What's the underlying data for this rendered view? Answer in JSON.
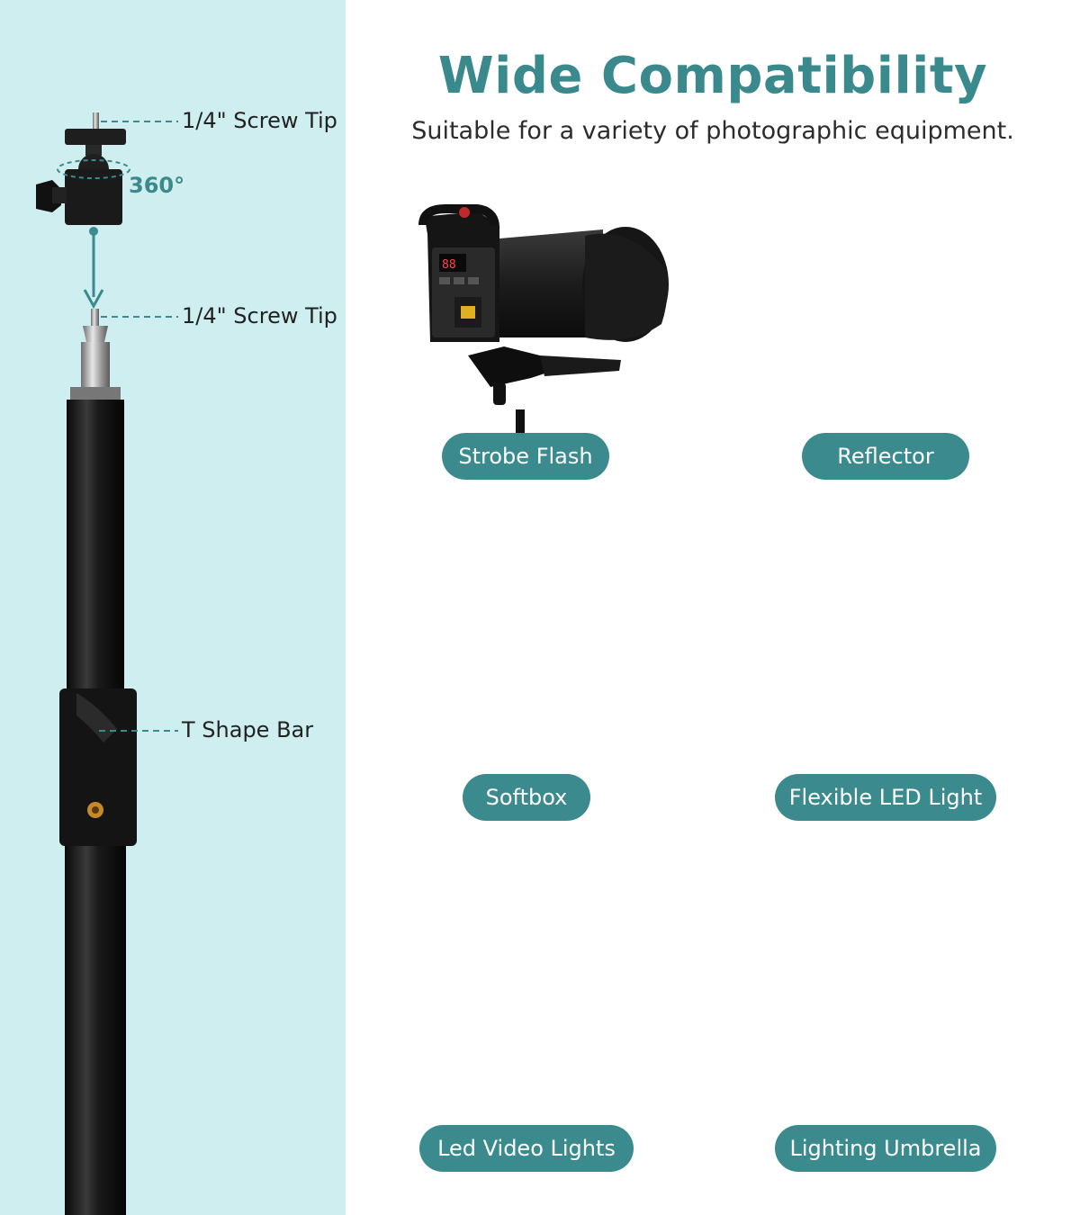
{
  "header": {
    "title": "Wide Compatibility",
    "subtitle": "Suitable for a variety of photographic equipment."
  },
  "stand": {
    "callouts": {
      "screw_tip_top": "1/4\" Screw Tip",
      "rotation": "360°",
      "screw_tip_bottom": "1/4\" Screw Tip",
      "t_shape_bar": "T Shape Bar"
    }
  },
  "equipment": [
    {
      "label": "Strobe Flash",
      "icon": "strobe-flash-icon"
    },
    {
      "label": "Reflector",
      "icon": "reflector-icon"
    },
    {
      "label": "Softbox",
      "icon": "softbox-icon"
    },
    {
      "label": "Flexible LED Light",
      "icon": "flexible-led-light-icon"
    },
    {
      "label": "Led Video Lights",
      "icon": "led-video-lights-icon"
    },
    {
      "label": "Lighting Umbrella",
      "icon": "lighting-umbrella-icon"
    }
  ],
  "colors": {
    "accent": "#3b8b8e",
    "left_panel": "#cfeef0",
    "title": "#3a8a8d"
  }
}
